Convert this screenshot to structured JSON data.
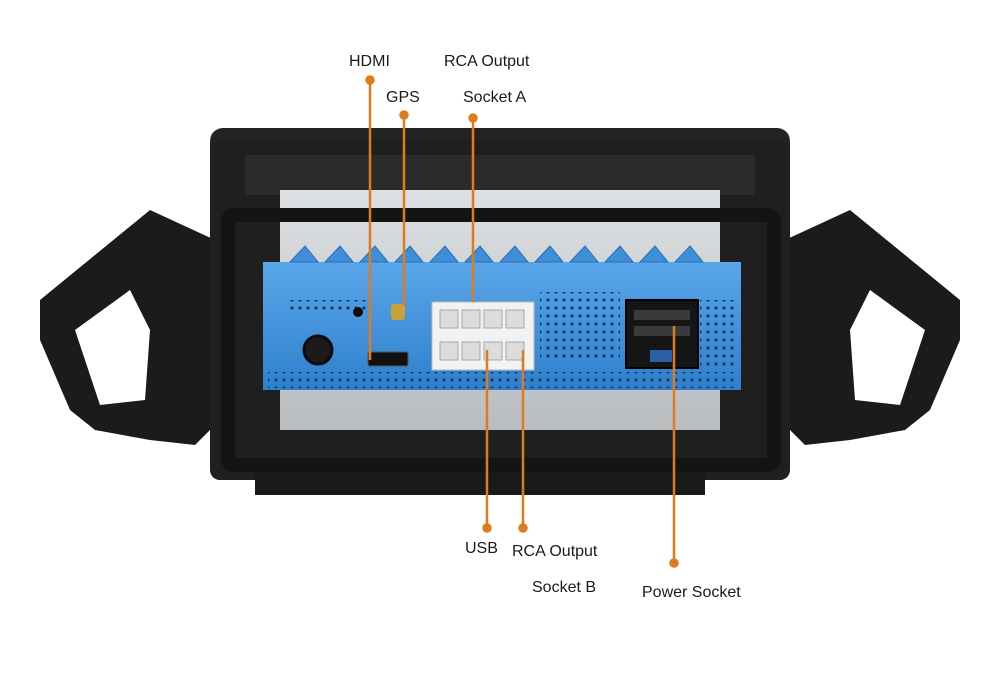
{
  "labels": {
    "hdmi": "HDMI",
    "gps": "GPS",
    "rca_a_line1": "RCA Output",
    "rca_a_line2": "Socket A",
    "usb": "USB",
    "rca_b_line1": "RCA Output",
    "rca_b_line2": "Socket B",
    "power": "Power Socket"
  },
  "colors": {
    "leader": "#e07b1c",
    "housing": "#1c1c1c",
    "panel_blue": "#3f8fd8",
    "frame_grey": "#c9cdd0"
  }
}
